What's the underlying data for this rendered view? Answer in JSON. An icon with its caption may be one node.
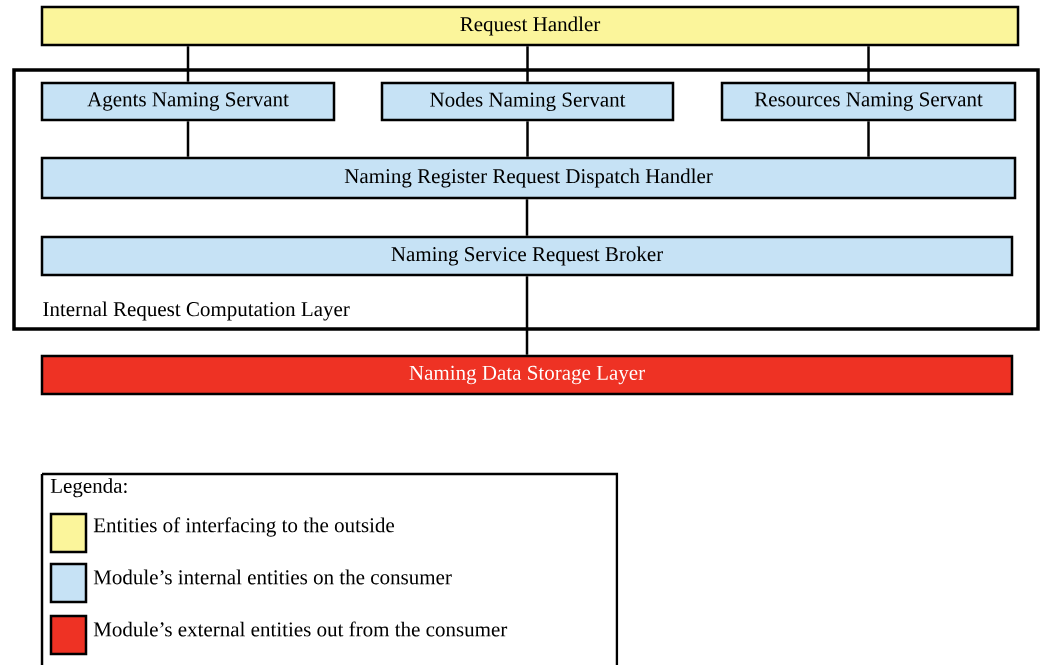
{
  "diagram": {
    "nodes": [
      {
        "text": [
          "Request Handler"
        ]
      },
      {
        "text": [
          "Internal Request Computation Layer"
        ]
      },
      {
        "text": [
          "Agents Naming Servant"
        ],
        "in": 1
      },
      {
        "text": [
          "Nodes Naming Servant"
        ],
        "in": 1
      },
      {
        "text": [
          "Resources Naming Servant"
        ],
        "in": 1
      },
      {
        "text": [
          "Naming Register Request Dispatch Handler"
        ],
        "in": 1
      },
      {
        "text": [
          "Naming Service Request Broker"
        ],
        "in": 1
      },
      {
        "text": [
          "Naming Data Storage Layer"
        ]
      }
    ],
    "edges": [
      {
        "from": 0,
        "to": 2,
        "arrow": "none"
      },
      {
        "from": 0,
        "to": 3,
        "arrow": "none"
      },
      {
        "from": 0,
        "to": 4,
        "arrow": "none"
      },
      {
        "from": 2,
        "to": 5,
        "arrow": "none"
      },
      {
        "from": 3,
        "to": 5,
        "arrow": "none"
      },
      {
        "from": 4,
        "to": 5,
        "arrow": "none"
      },
      {
        "from": 5,
        "to": 6,
        "arrow": "none"
      },
      {
        "from": 6,
        "to": 7,
        "arrow": "none"
      }
    ],
    "labels": [
      "Legenda:"
    ],
    "legend": [
      {
        "text": "Entities of interfacing to the outside",
        "color": "#fbf59b"
      },
      {
        "text": "Module’s internal entities on the consumer",
        "color": "#c6e2f5"
      },
      {
        "text": "Module’s external entities out from the consumer",
        "color": "#ee3224"
      }
    ]
  }
}
